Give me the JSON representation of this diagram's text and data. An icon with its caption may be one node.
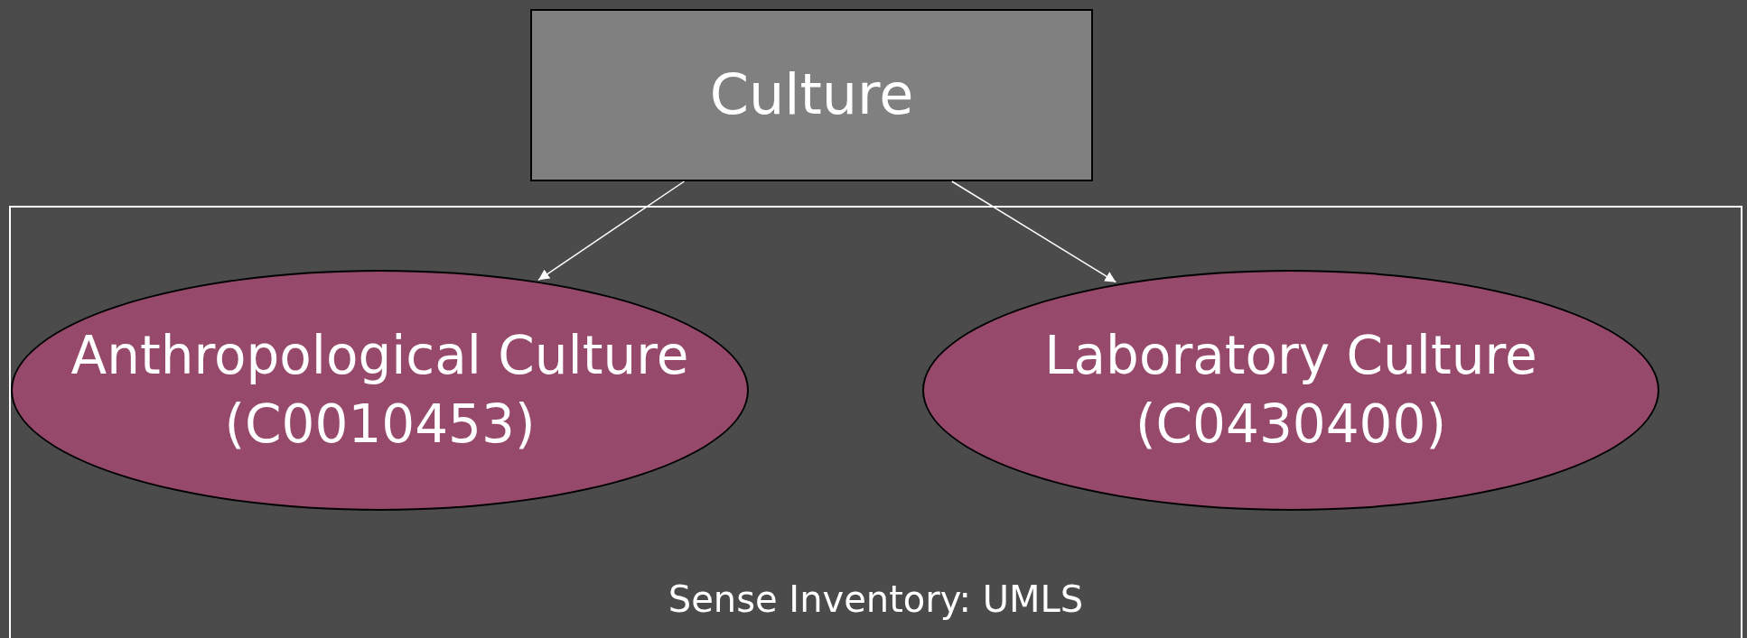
{
  "diagram": {
    "nodes": [
      {
        "text": [
          "Culture"
        ]
      },
      {
        "text": [
          "Sense Inventory: UMLS"
        ]
      },
      {
        "text": [
          "Anthropological Culture (C0010453)"
        ],
        "in": 1
      },
      {
        "text": [
          "Laboratory Culture (C0430400)"
        ],
        "in": 1
      }
    ],
    "edges": [
      {
        "from": 0,
        "to": 2,
        "arrow": "to"
      },
      {
        "from": 0,
        "to": 3,
        "arrow": "to"
      }
    ]
  }
}
